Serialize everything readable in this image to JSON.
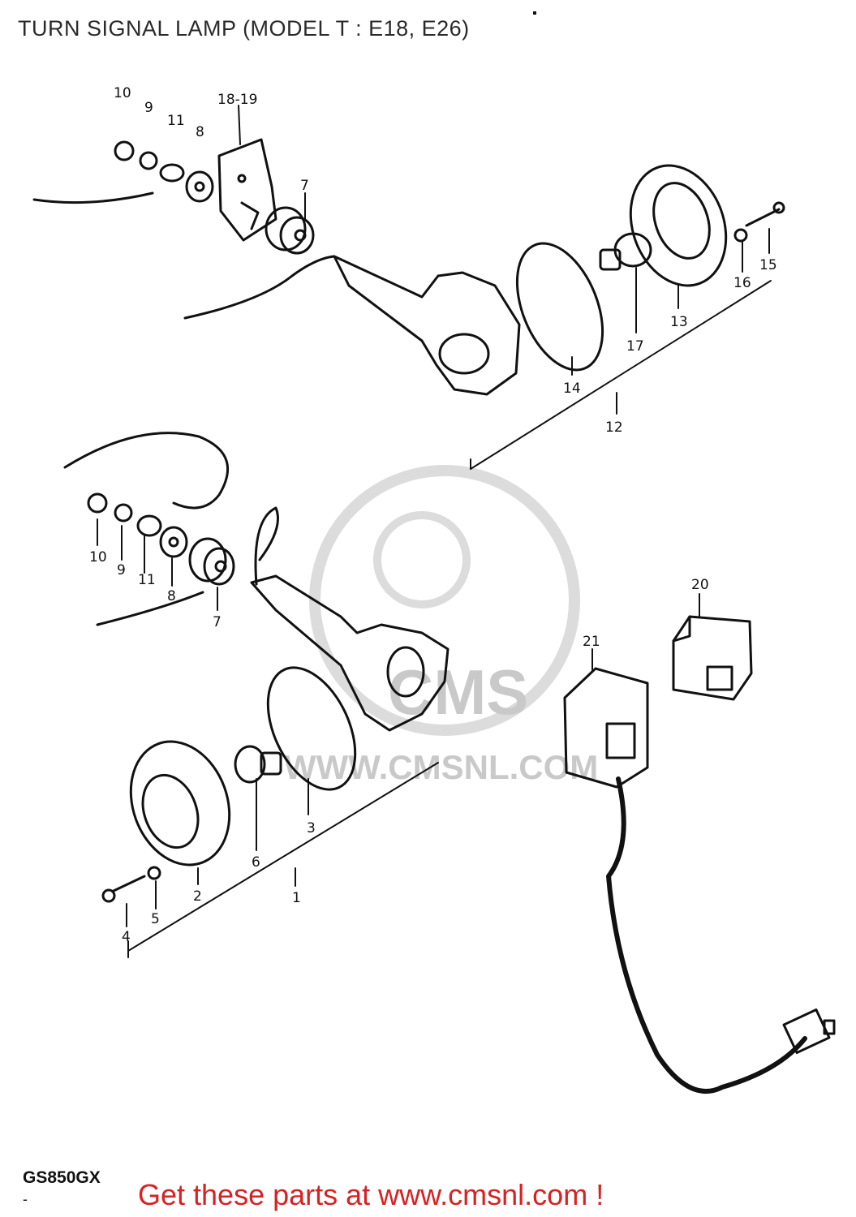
{
  "title": "TURN SIGNAL LAMP (MODEL T : E18, E26)",
  "model_code": "GS850GX",
  "promo_text": "Get these parts at www.cmsnl.com !",
  "watermark": {
    "brand": "CMS",
    "url": "WWW.CMSNL.COM"
  },
  "labels": {
    "p10a": "10",
    "p9a": "9",
    "p11a": "11",
    "p8a": "8",
    "p1819": "18-19",
    "p7a": "7",
    "p15": "15",
    "p16": "16",
    "p13": "13",
    "p17": "17",
    "p14": "14",
    "p12": "12",
    "p10b": "10",
    "p9b": "9",
    "p11b": "11",
    "p8b": "8",
    "p7b": "7",
    "p20": "20",
    "p21": "21",
    "p3": "3",
    "p6": "6",
    "p2": "2",
    "p5": "5",
    "p4": "4",
    "p1": "1"
  }
}
